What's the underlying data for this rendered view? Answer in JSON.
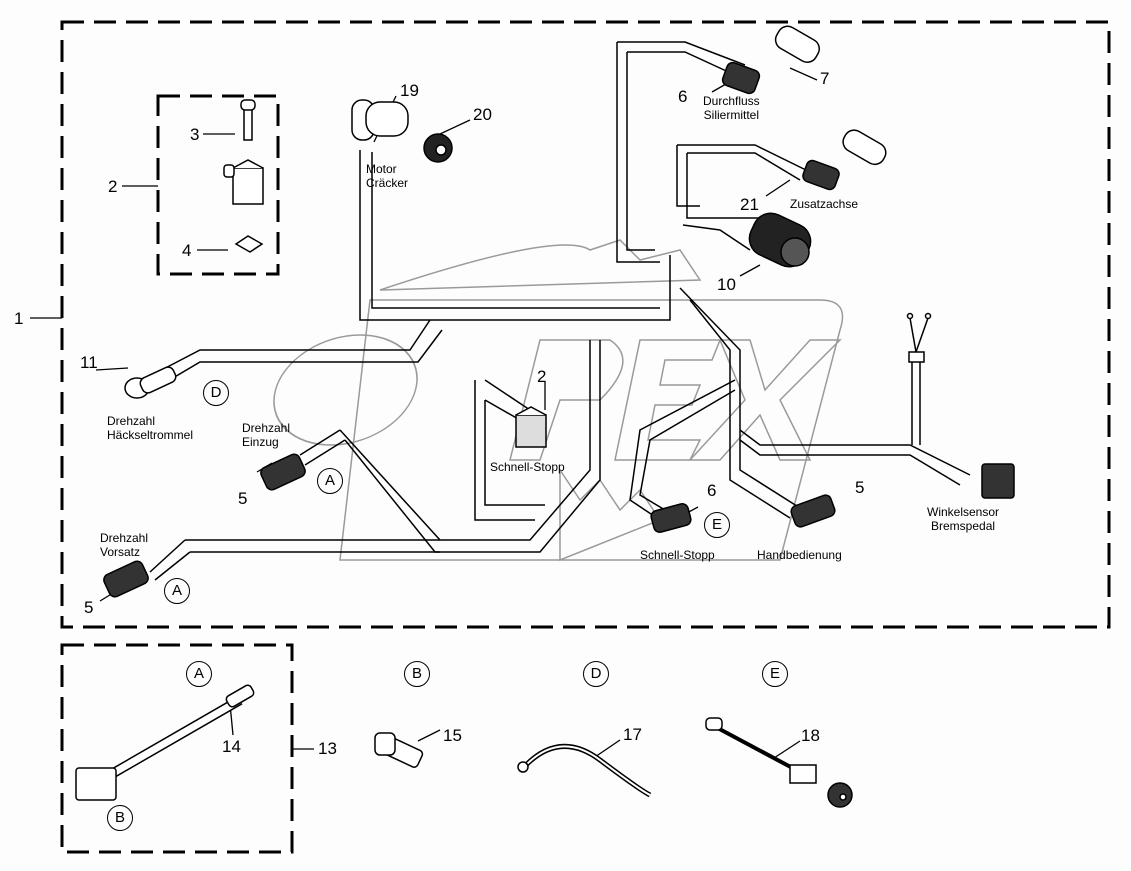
{
  "watermark": "OPEX",
  "colors": {
    "line": "#000000",
    "watermark": "#9a9a9a",
    "background": "#fdfdfd"
  },
  "callouts": {
    "c1": "1",
    "c2": "2",
    "c3": "3",
    "c4": "4",
    "c2b": "2",
    "c5a": "5",
    "c5b": "5",
    "c5c": "5",
    "c6a": "6",
    "c6b": "6",
    "c7": "7",
    "c10": "10",
    "c11": "11",
    "c13": "13",
    "c14": "14",
    "c15": "15",
    "c17": "17",
    "c18": "18",
    "c19": "19",
    "c20": "20",
    "c21": "21"
  },
  "labels": {
    "motor_cracker": [
      "Motor",
      "Cräcker"
    ],
    "durchfluss": [
      "Durchfluss",
      "Siliermittel"
    ],
    "zusatzachse": "Zusatzachse",
    "haeckseltrommel": [
      "Drehzahl",
      "Häckseltrommel"
    ],
    "einzug": [
      "Drehzahl",
      "Einzug"
    ],
    "vorsatz": [
      "Drehzahl",
      "Vorsatz"
    ],
    "schnellstopp_center": "Schnell-Stopp",
    "schnellstopp_e": "Schnell-Stopp",
    "handbedienung": "Handbedienung",
    "winkelsensor": [
      "Winkelsensor",
      "Bremspedal"
    ]
  },
  "refs": {
    "D_main": "D",
    "A_einzug": "A",
    "A_vorsatz": "A",
    "E_main": "E",
    "A_kit": "A",
    "B_kit": "B",
    "B_part": "B",
    "D_part": "D",
    "E_part": "E"
  }
}
